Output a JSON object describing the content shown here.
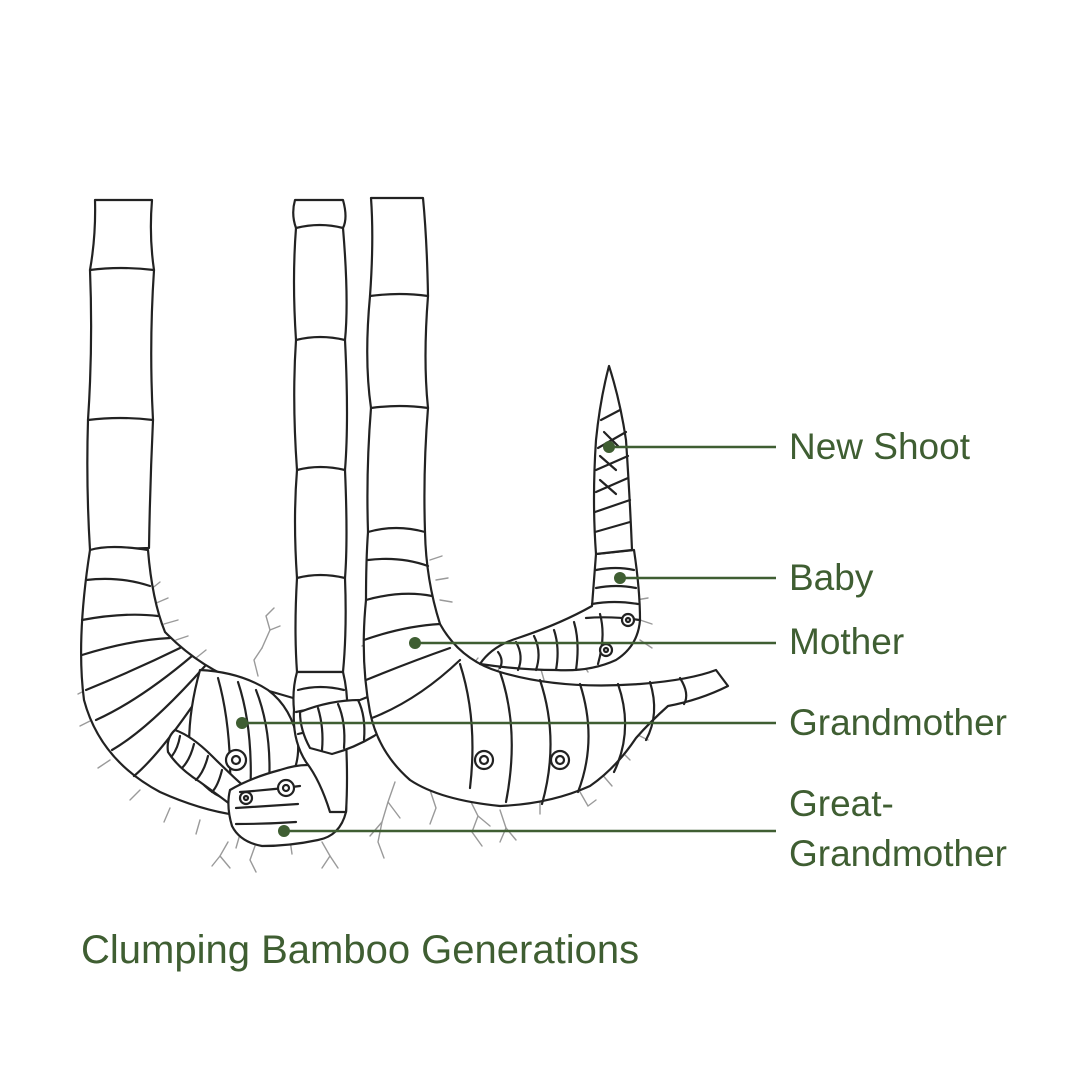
{
  "title": "Clumping Bamboo Generations",
  "labels": {
    "new_shoot": "New Shoot",
    "baby": "Baby",
    "mother": "Mother",
    "grandmother": "Grandmother",
    "great_grandmother_line1": "Great-",
    "great_grandmother_line2": "Grandmother"
  },
  "colors": {
    "accent": "#3f5e32",
    "stroke": "#222222",
    "root": "#9a9a9a",
    "background": "#ffffff"
  }
}
